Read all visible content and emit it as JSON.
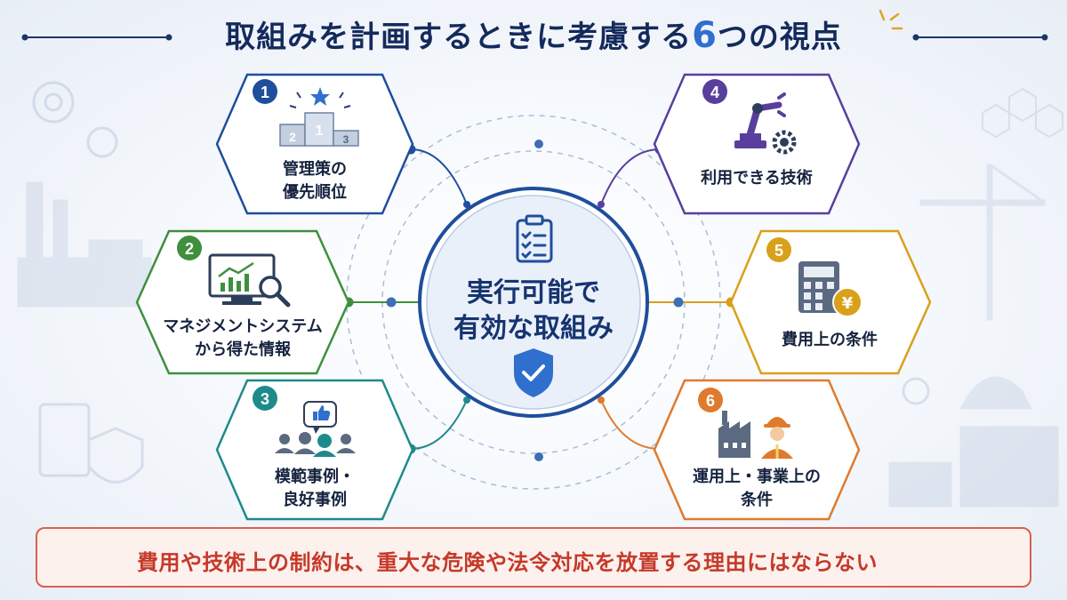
{
  "title": {
    "main": "取組みを計画するときに考慮する",
    "number": "6",
    "suffix": "つの視点"
  },
  "center": {
    "line1": "実行可能で",
    "line2": "有効な取組み"
  },
  "viewpoints": [
    {
      "number": "1",
      "line1": "管理策の",
      "line2": "優先順位",
      "color": "#1f4e9c",
      "icon": "podium-ranking-icon",
      "podium": [
        "2",
        "1",
        "3"
      ]
    },
    {
      "number": "2",
      "line1": "マネジメントシステム",
      "line2": "から得た情報",
      "color": "#3e8f3e",
      "icon": "monitor-analytics-icon"
    },
    {
      "number": "3",
      "line1": "模範事例・",
      "line2": "良好事例",
      "color": "#1f8a8a",
      "icon": "team-thumbs-up-icon"
    },
    {
      "number": "4",
      "line1": "利用できる技術",
      "line2": "",
      "color": "#5a3e9e",
      "icon": "robot-arm-gear-icon"
    },
    {
      "number": "5",
      "line1": "費用上の条件",
      "line2": "",
      "color": "#d9a019",
      "icon": "calculator-yen-icon",
      "currency": "¥"
    },
    {
      "number": "6",
      "line1": "運用上・事業上の",
      "line2": "条件",
      "color": "#e07a2c",
      "icon": "factory-worker-icon"
    }
  ],
  "warning": {
    "text": "費用や技術上の制約は、重大な危険や法令対応を放置する理由にはならない",
    "color": "#c53a2a",
    "icon": "warning-triangle-icon",
    "cone_icon": "traffic-cone-icon"
  }
}
